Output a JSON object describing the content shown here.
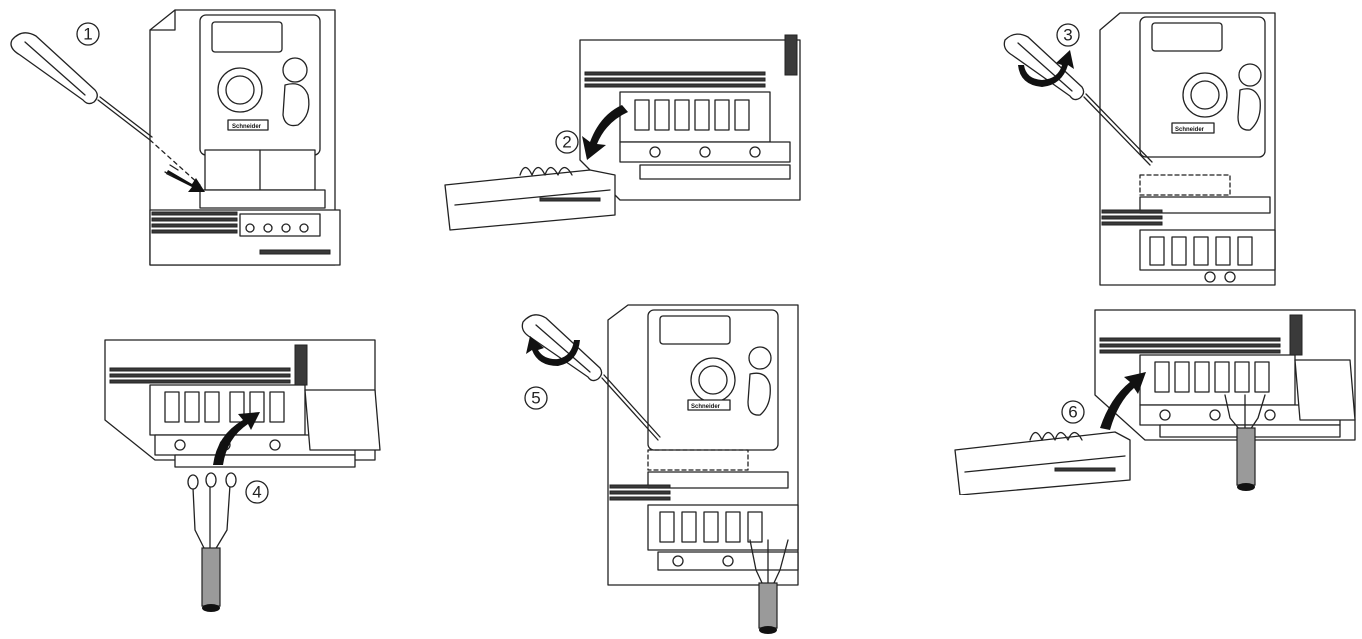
{
  "steps": [
    {
      "number": "1"
    },
    {
      "number": "2"
    },
    {
      "number": "3"
    },
    {
      "number": "4"
    },
    {
      "number": "5"
    },
    {
      "number": "6"
    }
  ],
  "brand_logo_text": "Schneider",
  "colors": {
    "line": "#222222",
    "fill": "#ffffff",
    "cable_grey": "#9a9a9a",
    "fin_grey": "#3a3a3a"
  }
}
